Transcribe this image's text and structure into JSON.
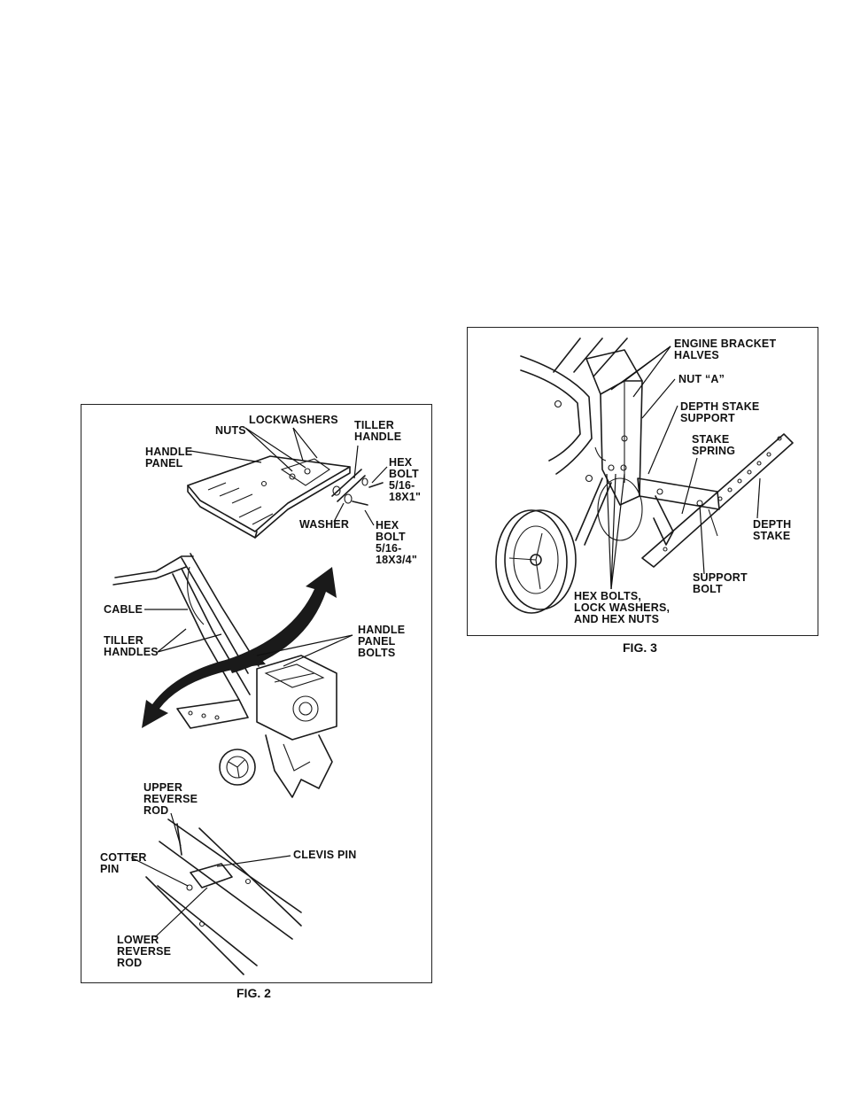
{
  "fig2": {
    "caption": "FIG. 2",
    "labels": {
      "nuts": "NUTS",
      "lockwashers": "LOCKWASHERS",
      "tiller_handle": "TILLER\nHANDLE",
      "handle_panel": "HANDLE\nPANEL",
      "hex_bolt_1": "HEX\nBOLT\n5/16-\n18X1\"",
      "washer": "WASHER",
      "hex_bolt_2": "HEX\nBOLT\n5/16-\n18X3/4\"",
      "cable": "CABLE",
      "tiller_handles": "TILLER\nHANDLES",
      "handle_panel_bolts": "HANDLE\nPANEL\nBOLTS",
      "upper_reverse_rod": "UPPER\nREVERSE\nROD",
      "cotter_pin": "COTTER\nPIN",
      "clevis_pin": "CLEVIS PIN",
      "lower_reverse_rod": "LOWER\nREVERSE\nROD"
    }
  },
  "fig3": {
    "caption": "FIG. 3",
    "labels": {
      "engine_bracket_halves": "ENGINE BRACKET\nHALVES",
      "nut_a": "NUT “A”",
      "depth_stake_support": "DEPTH STAKE\nSUPPORT",
      "stake_spring": "STAKE\nSPRING",
      "depth_stake": "DEPTH\nSTAKE",
      "support_bolt": "SUPPORT\nBOLT",
      "hex_bolts": "HEX BOLTS,\nLOCK WASHERS,\nAND HEX NUTS"
    }
  }
}
